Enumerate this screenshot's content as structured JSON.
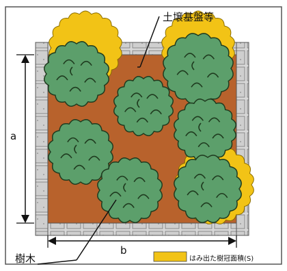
{
  "labels": {
    "soil": "土壌基盤等",
    "dim_a": "a",
    "dim_b": "b",
    "tree": "樹木",
    "legend_text": "はみ出た樹冠面積(S)"
  },
  "colors": {
    "soil": "#b8622c",
    "crown": "#5c9f6b",
    "crown_outline": "#1f3b1f",
    "overflow": "#f2c316",
    "stone": "#d6d6d6",
    "stone_joint": "#777777"
  },
  "icons": {
    "crown": "tree-crown-icon"
  }
}
